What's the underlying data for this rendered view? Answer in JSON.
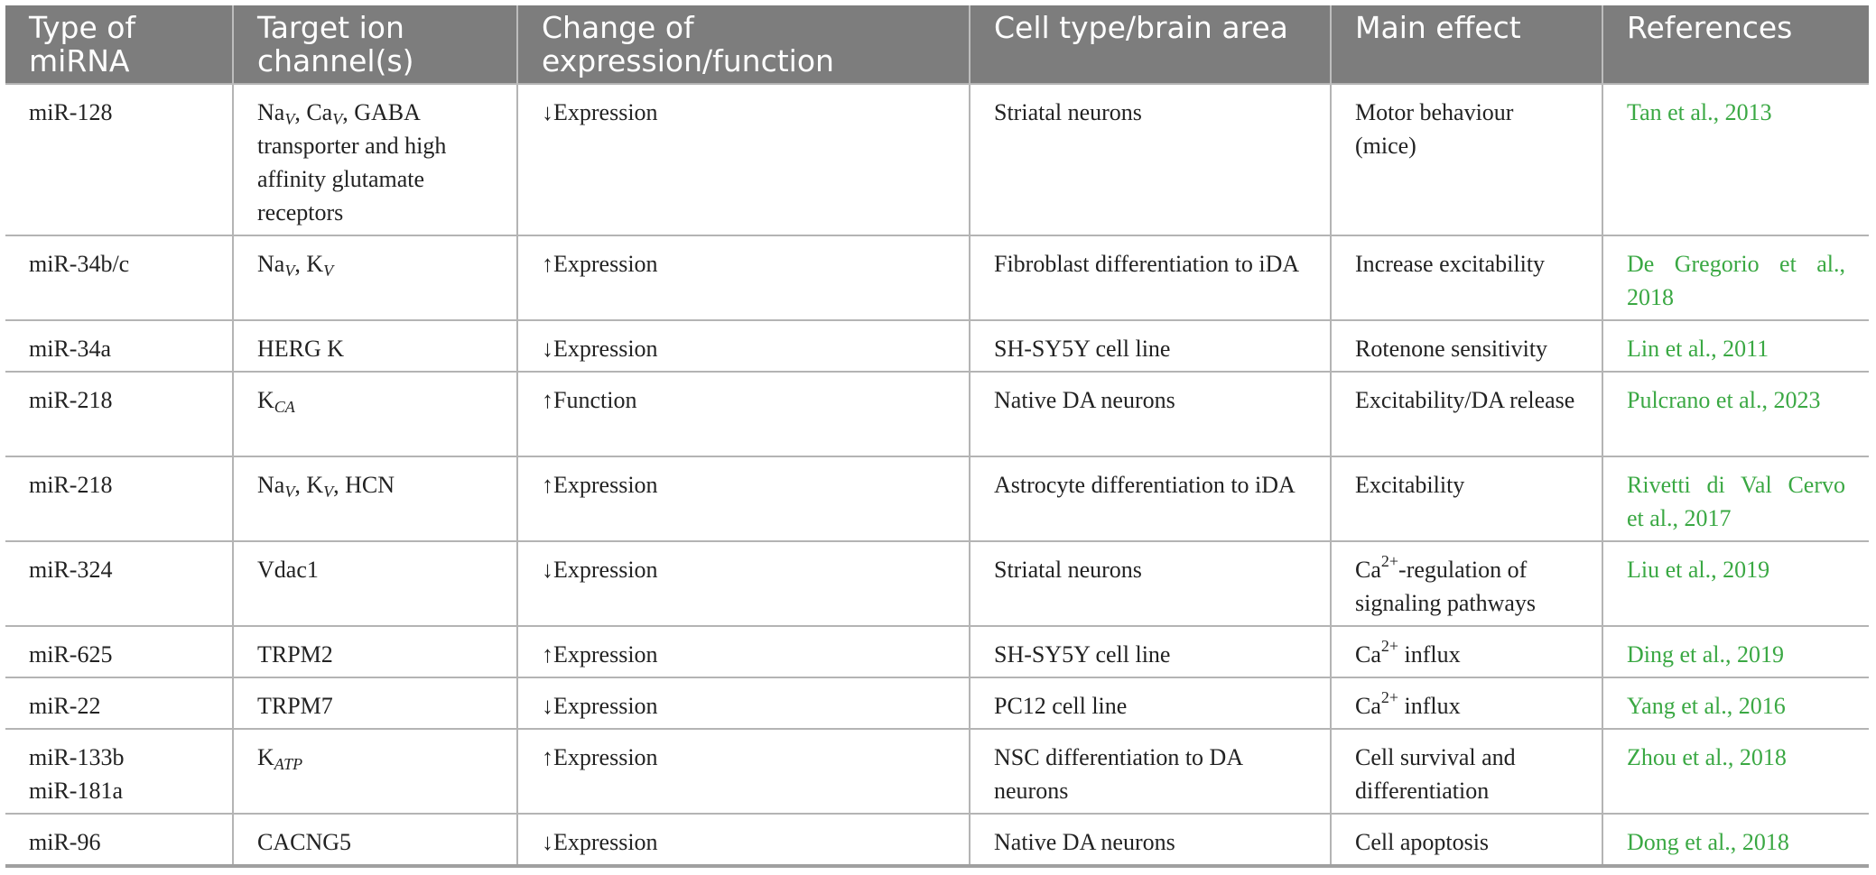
{
  "headers": [
    "Type of miRNA",
    "Target ion channel(s)",
    "Change of expression/function",
    "Cell type/brain area",
    "Main effect",
    "References"
  ],
  "rows": [
    {
      "mirna": "miR-128",
      "target_parts": [
        "Na",
        "V",
        ", Ca",
        "V",
        ", GABA transporter and high affinity glutamate receptors"
      ],
      "change": "↓Expression",
      "cell": "Striatal neurons",
      "effect": "Motor behaviour (mice)",
      "ref_authors": "Tan et al., ",
      "ref_year": "2013"
    },
    {
      "mirna": "miR-34b/c",
      "target_parts": [
        "Na",
        "V",
        ", K",
        "V"
      ],
      "change": "↑Expression",
      "cell": "Fibroblast differentiation to iDA",
      "effect": "Increase excitability",
      "ref_line1": "De Gregorio et al.,",
      "ref_year": "2018"
    },
    {
      "mirna": "miR-34a",
      "target": "HERG K",
      "change": "↓Expression",
      "cell": "SH-SY5Y cell line",
      "effect": "Rotenone sensitivity",
      "ref_authors": "Lin et al., ",
      "ref_year": "2011"
    },
    {
      "mirna": "miR-218",
      "target_parts": [
        "K",
        "CA"
      ],
      "change": "↑Function",
      "cell": "Native DA neurons",
      "effect": "Excitability/DA release",
      "ref_authors": "Pulcrano et al., ",
      "ref_year": "2023"
    },
    {
      "mirna": "miR-218",
      "target_parts": [
        "Na",
        "V",
        ", K",
        "V",
        ", HCN"
      ],
      "change": "↑Expression",
      "cell": "Astrocyte differentiation to iDA",
      "effect": "Excitability",
      "ref_line1": "Rivetti di Val Cervo",
      "ref_authors": "et al., ",
      "ref_year": "2017"
    },
    {
      "mirna": "miR-324",
      "target": "Vdac1",
      "change": "↓Expression",
      "cell": "Striatal neurons",
      "effect_parts": [
        "Ca",
        "2+",
        "-regulation of signaling pathways"
      ],
      "ref_authors": "Liu et al., ",
      "ref_year": "2019"
    },
    {
      "mirna": "miR-625",
      "target": "TRPM2",
      "change": "↑Expression",
      "cell": "SH-SY5Y cell line",
      "effect_parts": [
        "Ca",
        "2+",
        " influx"
      ],
      "ref_authors": "Ding et al., ",
      "ref_year": "2019"
    },
    {
      "mirna": "miR-22",
      "target": "TRPM7",
      "change": "↓Expression",
      "cell": "PC12 cell line",
      "effect_parts": [
        "Ca",
        "2+",
        " influx"
      ],
      "ref_authors": "Yang et al., ",
      "ref_year": "2016"
    },
    {
      "mirna_lines": [
        "miR-133b",
        "miR-181a"
      ],
      "target_parts": [
        "K",
        "ATP"
      ],
      "change": "↑Expression",
      "cell": "NSC differentiation to DA neurons",
      "effect": "Cell survival and differentiation",
      "ref_authors": "Zhou et al., ",
      "ref_year": "2018"
    },
    {
      "mirna": "miR-96",
      "target": "CACNG5",
      "change": "↓Expression",
      "cell": "Native DA neurons",
      "effect": "Cell apoptosis",
      "ref_authors": "Dong et al., ",
      "ref_year": "2018"
    }
  ],
  "colors": {
    "header_bg": "#7d7d7d",
    "header_text": "#ffffff",
    "reference_link": "#3aa843",
    "grid": "#b4b4b4"
  }
}
